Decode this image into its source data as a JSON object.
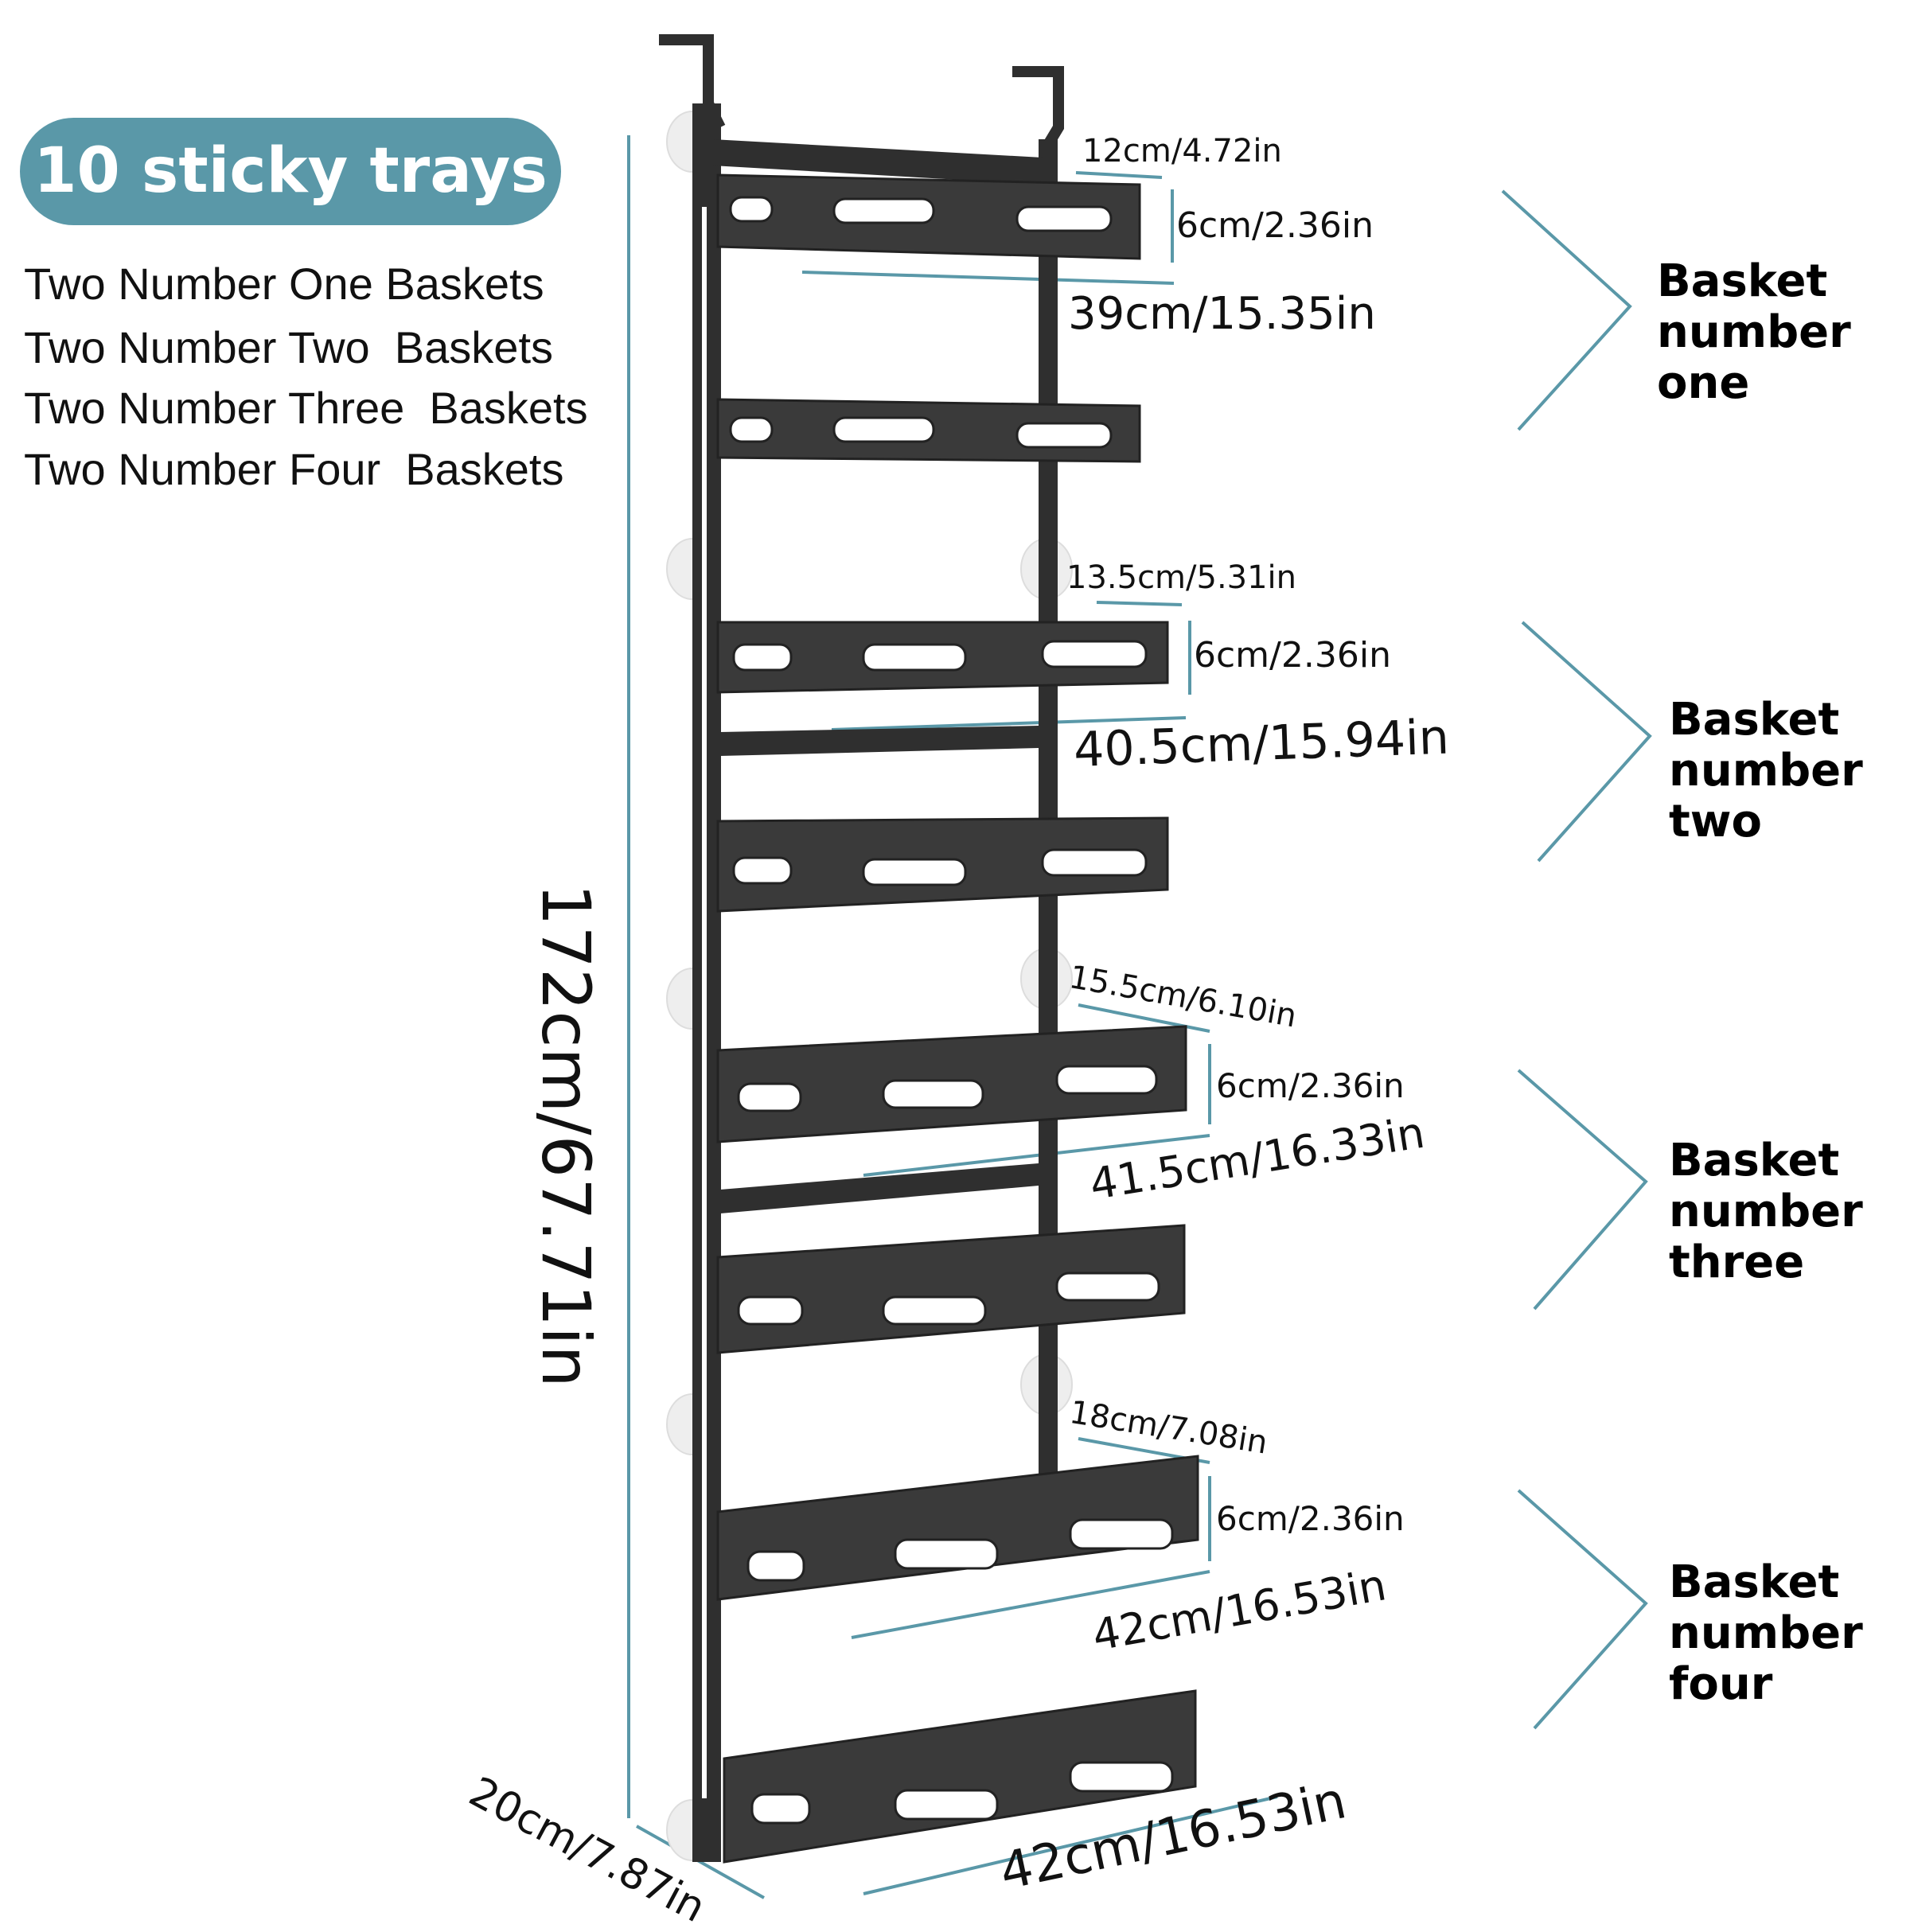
{
  "badge": "10 sticky trays",
  "list": [
    "Two Number One Baskets",
    "Two Number Two  Baskets",
    "Two Number Three  Baskets",
    "Two Number Four  Baskets"
  ],
  "height_dim": "172cm/67.71in",
  "depth_dim": "20cm/7.87in",
  "bottom_width_dim": "42cm/16.53in",
  "groups": [
    {
      "label": [
        "Basket",
        "number",
        "one"
      ],
      "depth": "12cm/4.72in",
      "height": "6cm/2.36in",
      "width": "39cm/15.35in"
    },
    {
      "label": [
        "Basket",
        "number",
        "two"
      ],
      "depth": "13.5cm/5.31in",
      "height": "6cm/2.36in",
      "width": "40.5cm/15.94in"
    },
    {
      "label": [
        "Basket",
        "number",
        "three"
      ],
      "depth": "15.5cm/6.10in",
      "height": "6cm/2.36in",
      "width": "41.5cm/16.33in"
    },
    {
      "label": [
        "Basket",
        "number",
        "four"
      ],
      "depth": "18cm/7.08in",
      "height": "6cm/2.36in",
      "width": "42cm/16.53in"
    }
  ],
  "colors": {
    "accent": "#5a98a8",
    "rack": "#3a3a3a",
    "text": "#111111"
  }
}
